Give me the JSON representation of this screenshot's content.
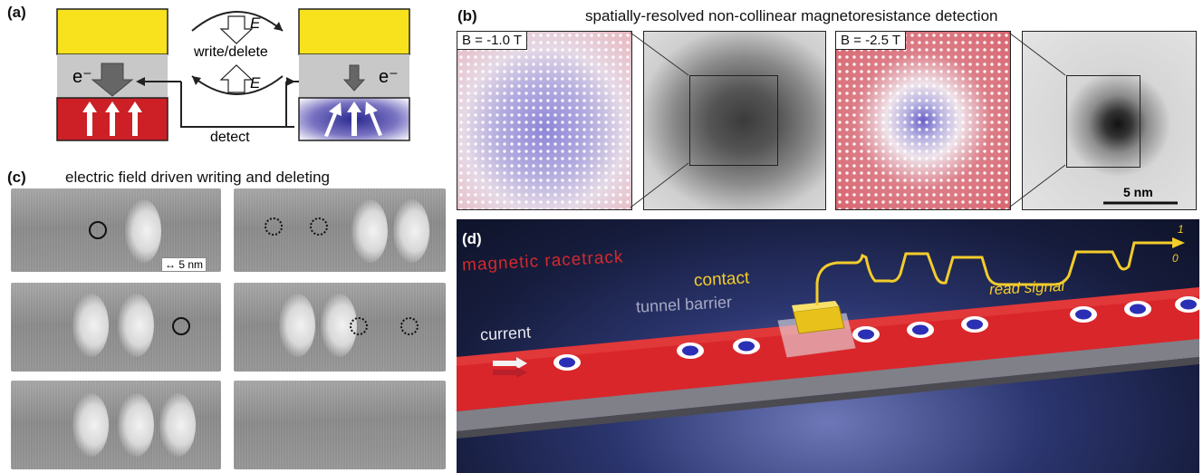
{
  "panel_a": {
    "label": "(a)",
    "electron_left": "e⁻",
    "electron_right": "e⁻",
    "field_top": "E",
    "field_bottom": "E",
    "write_delete": "write/delete",
    "detect": "detect"
  },
  "panel_b": {
    "label": "(b)",
    "caption": "spatially-resolved non-collinear magnetoresistance detection",
    "field_left": "B = -1.0 T",
    "field_right": "B = -2.5 T",
    "scale_bar": "5 nm"
  },
  "panel_c": {
    "label": "(c)",
    "caption": "electric field driven writing and deleting",
    "scale": "5 nm"
  },
  "panel_d": {
    "label": "(d)",
    "racetrack": "magnetic racetrack",
    "contact": "contact",
    "barrier": "tunnel barrier",
    "current": "current",
    "read_signal": "read signal",
    "level_high": "1",
    "level_low": "0"
  },
  "colors": {
    "yellow": "#f7e21d",
    "gray": "#c8c8c8",
    "red": "#cc1f26",
    "purple": "#3a3a9e",
    "racetrack_red": "#d9262b",
    "navy": "#1a2040"
  }
}
